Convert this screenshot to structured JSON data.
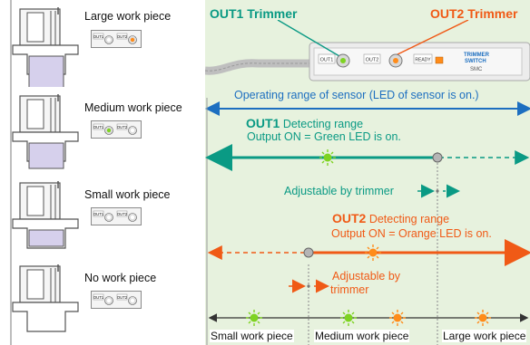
{
  "work_pieces": [
    {
      "label": "Large work piece",
      "out1_led": "off",
      "out2_led": "on"
    },
    {
      "label": "Medium work piece",
      "out1_led": "on",
      "out2_led": "off"
    },
    {
      "label": "Small work piece",
      "out1_led": "off",
      "out2_led": "off"
    },
    {
      "label": "No work piece",
      "out1_led": "off",
      "out2_led": "off"
    }
  ],
  "indicator_labels": {
    "out1": "OUT1",
    "out2": "OUT2"
  },
  "header": {
    "out1_trimmer": "OUT1 Trimmer",
    "out2_trimmer": "OUT2 Trimmer"
  },
  "device": {
    "label_out1": "OUT1",
    "label_out2": "OUT2",
    "label_ready": "READY",
    "label_switch_1": "TRIMMER",
    "label_switch_2": "SWITCH",
    "brand": "SMC"
  },
  "operating_range": "Operating range of sensor (LED of sensor is on.)",
  "out1_range": {
    "title": "OUT1",
    "title_rest": " Detecting range",
    "subtitle": "Output ON = Green LED is on."
  },
  "adjust1": "Adjustable by trimmer",
  "out2_range": {
    "title": "OUT2",
    "title_rest": " Detecting range",
    "subtitle": "Output ON = Orange LED is on."
  },
  "adjust2_line1": "Adjustable by",
  "adjust2_line2": "trimmer",
  "bottom_labels": [
    "Small work piece",
    "Medium work piece",
    "Large work piece"
  ],
  "colors": {
    "green": "#0a9a84",
    "orange": "#f05a16",
    "blue": "#1d6fc0",
    "panel_bg": "#e7f2de",
    "led_green": "#7ed321",
    "led_orange": "#ff8c1a"
  }
}
